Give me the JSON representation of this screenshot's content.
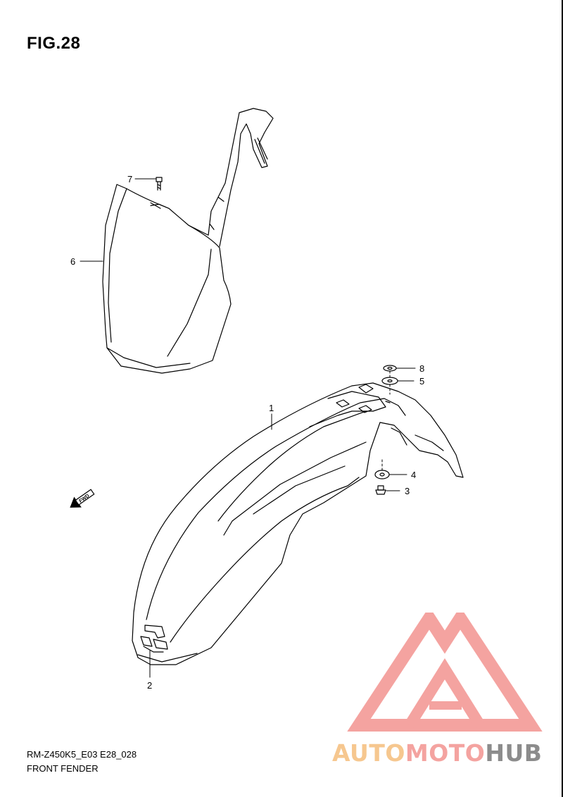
{
  "figure": {
    "title": "FIG.28"
  },
  "callouts": [
    {
      "id": "1",
      "label": "1"
    },
    {
      "id": "2",
      "label": "2"
    },
    {
      "id": "3",
      "label": "3"
    },
    {
      "id": "4",
      "label": "4"
    },
    {
      "id": "5",
      "label": "5"
    },
    {
      "id": "6",
      "label": "6"
    },
    {
      "id": "7",
      "label": "7"
    },
    {
      "id": "8",
      "label": "8"
    }
  ],
  "direction_marker": {
    "label": "FWD",
    "icon": "forward-arrow-icon"
  },
  "footer": {
    "code": "RM-Z450K5_E03 E28_028",
    "title": "FRONT FENDER"
  },
  "watermark": {
    "text_part1": "AUTO",
    "text_part2": "MOTO",
    "text_part3": "HUB",
    "colors": {
      "part1": "#f6c78f",
      "part2": "#f4a3a0",
      "part3": "#8c8c8c",
      "logo": "#f4a3a0"
    }
  }
}
